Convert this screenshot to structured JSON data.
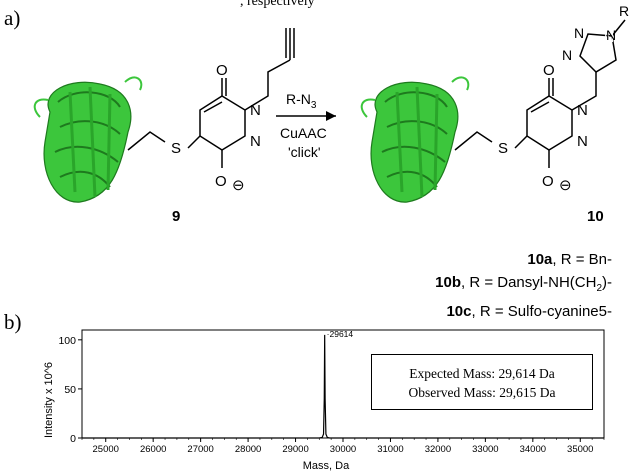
{
  "caption_fragment": ", respectively",
  "panel_a": {
    "label": "a)",
    "reagent_top": "R-N",
    "reagent_top_sub": "3",
    "reagent_mid": "CuAAC",
    "reagent_bottom": "'click'",
    "compound_left": "9",
    "compound_right": "10",
    "atoms": {
      "O": "O",
      "N": "N",
      "S": "S",
      "R": "R",
      "neg": "⊖"
    },
    "r_groups": [
      {
        "id": "10a",
        "text": ", R = Bn-"
      },
      {
        "id": "10b",
        "text": ", R = Dansyl-NH(CH",
        "sub": "2",
        "tail": ")-"
      },
      {
        "id": "10c",
        "text": ", R = Sulfo-cyanine5-"
      }
    ]
  },
  "panel_b": {
    "label": "b)",
    "box": {
      "expected": "Expected Mass: 29,614 Da",
      "observed": "Observed Mass: 29,615 Da"
    },
    "chart_data": {
      "type": "line",
      "xlabel": "Mass, Da",
      "ylabel": "Intensity x 10^6",
      "xlim": [
        24500,
        35500
      ],
      "ylim": [
        0,
        110
      ],
      "xticks": [
        25000,
        26000,
        27000,
        28000,
        29000,
        30000,
        31000,
        32000,
        33000,
        34000,
        35000
      ],
      "yticks": [
        0,
        50,
        100
      ],
      "peak_label": "29614",
      "series": [
        {
          "x": [
            24500,
            29500,
            29560,
            29590,
            29605,
            29614,
            29623,
            29640,
            29670,
            29720,
            35500
          ],
          "y": [
            0,
            0,
            0.5,
            4,
            40,
            105,
            40,
            4,
            0.5,
            0,
            0
          ]
        }
      ]
    }
  }
}
